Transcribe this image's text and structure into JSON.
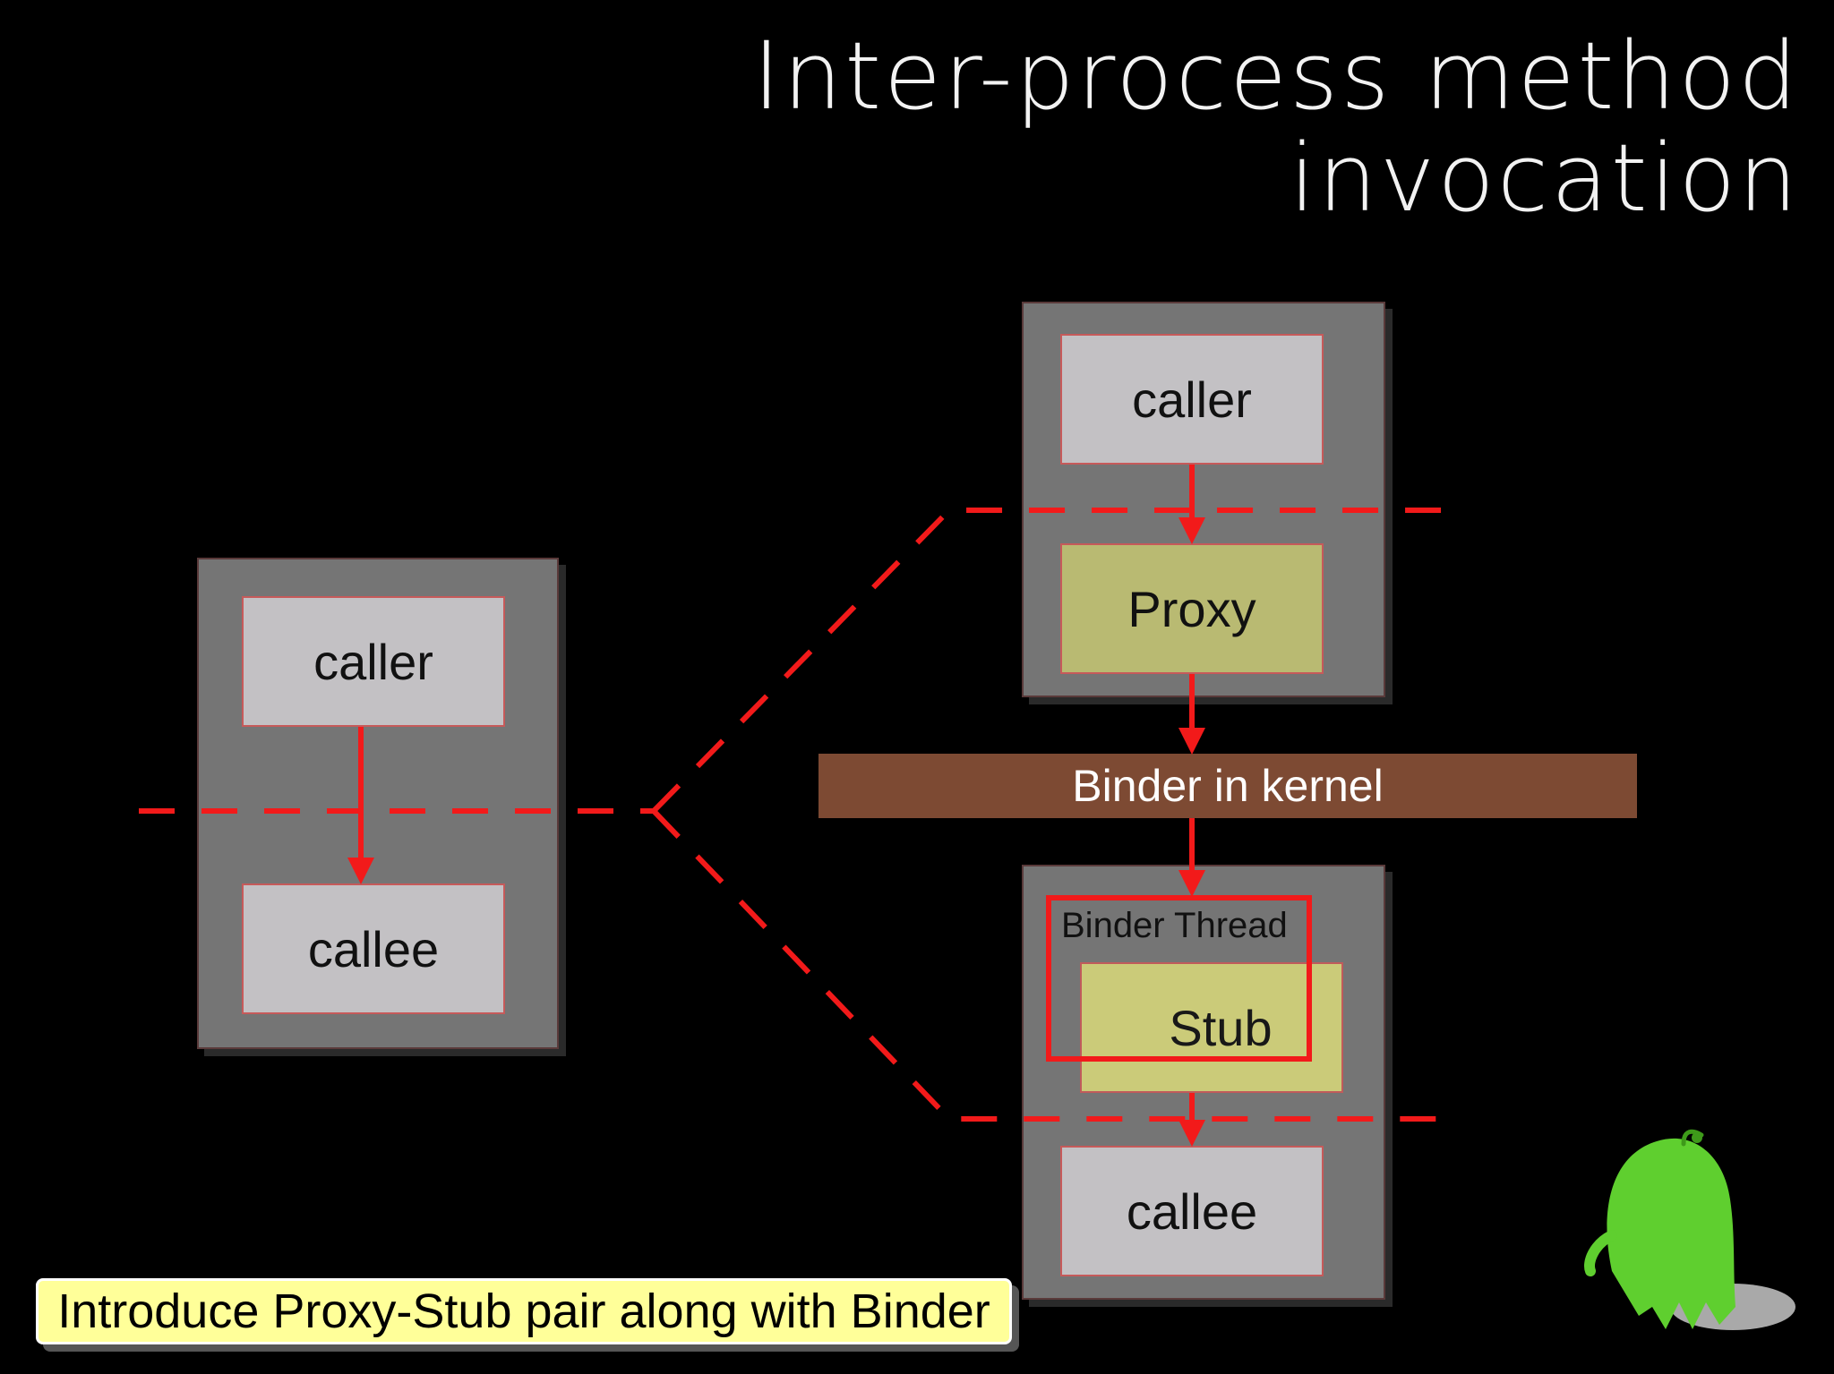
{
  "title": "Inter-process method invocation",
  "left_process": {
    "caller": "caller",
    "callee": "callee"
  },
  "remote_process_top": {
    "caller": "caller",
    "proxy": "Proxy"
  },
  "binder_bar": "Binder in kernel",
  "remote_process_bottom": {
    "thread_label": "Binder Thread",
    "stub": "Stub",
    "callee": "callee"
  },
  "caption": "Introduce Proxy-Stub pair along with Binder",
  "colors": {
    "process_fill": "#757575",
    "box_fill": "#c3c1c4",
    "proxy_fill": "#b9ba72",
    "stub_fill": "#d2d27a",
    "kernel_bar": "#7d4a33",
    "arrow_red": "#f21a1a",
    "caption_bg": "#ffff99",
    "mascot_green": "#5fcf2f"
  }
}
